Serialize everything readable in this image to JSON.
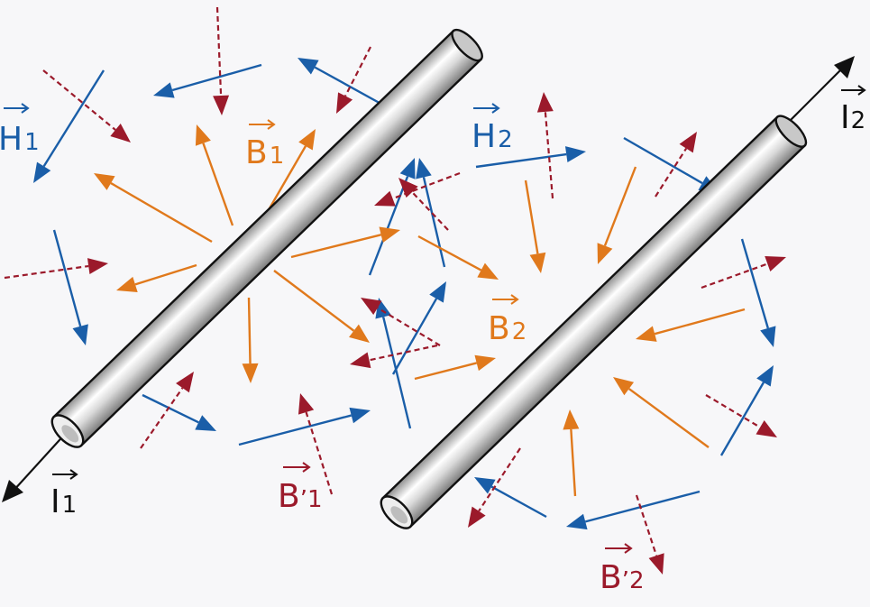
{
  "colors": {
    "background": "#f7f7f9",
    "h_field": "#1a5ea8",
    "b_field": "#e0791c",
    "b_prime_field": "#9b1a2b",
    "current": "#111111",
    "wire_light": "#f2f2f2",
    "wire_dark": "#8d8d8d"
  },
  "labels": {
    "h1": {
      "letter": "H",
      "sub": "1"
    },
    "h2": {
      "letter": "H",
      "sub": "2"
    },
    "b1": {
      "letter": "B",
      "sub": "1"
    },
    "b2": {
      "letter": "B",
      "sub": "2"
    },
    "bp1": {
      "letter": "B",
      "sub": "’1"
    },
    "bp2": {
      "letter": "B",
      "sub": "’2"
    },
    "i1": {
      "letter": "I",
      "sub": "1"
    },
    "i2": {
      "letter": "I",
      "sub": "2"
    }
  },
  "icons": {
    "wire1": "cylinder-conductor-icon",
    "wire2": "cylinder-conductor-icon",
    "vector": "arrow-icon"
  }
}
